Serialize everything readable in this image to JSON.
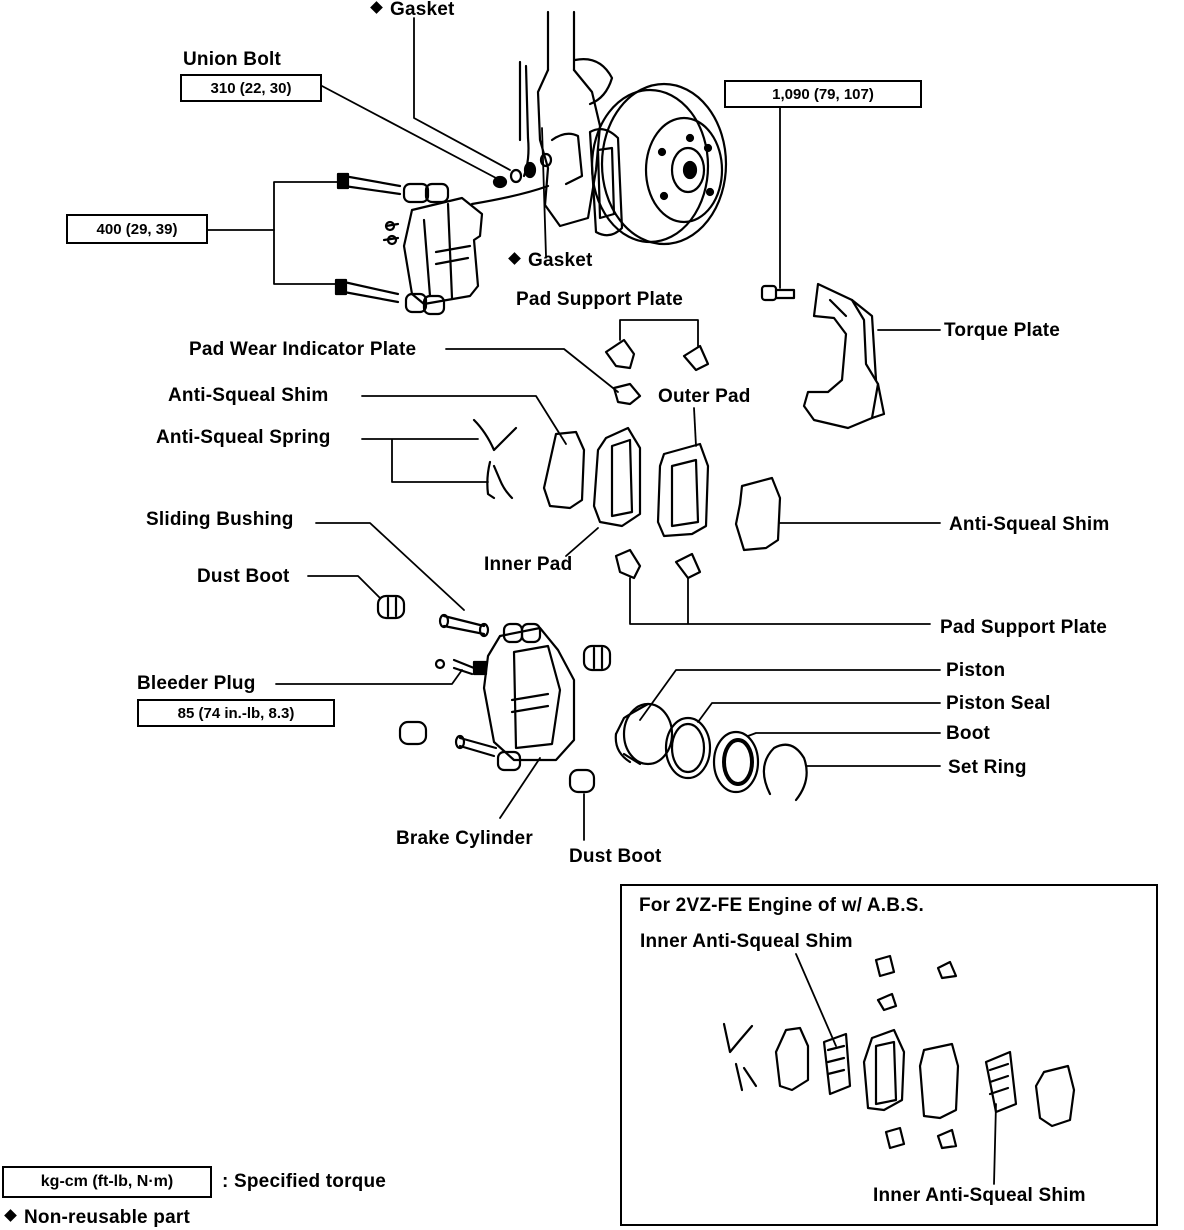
{
  "labels": {
    "gasket_top": "Gasket",
    "gasket_mid": "Gasket",
    "union_bolt": "Union Bolt",
    "pad_support_plate_top": "Pad Support Plate",
    "pad_wear_indicator_plate": "Pad Wear Indicator Plate",
    "anti_squeal_shim_left": "Anti-Squeal Shim",
    "outer_pad": "Outer Pad",
    "anti_squeal_spring": "Anti-Squeal Spring",
    "torque_plate": "Torque Plate",
    "sliding_bushing": "Sliding Bushing",
    "anti_squeal_shim_right": "Anti-Squeal Shim",
    "inner_pad": "Inner Pad",
    "dust_boot_left": "Dust Boot",
    "pad_support_plate_bottom": "Pad Support Plate",
    "bleeder_plug": "Bleeder Plug",
    "piston": "Piston",
    "piston_seal": "Piston Seal",
    "boot": "Boot",
    "set_ring": "Set Ring",
    "brake_cylinder": "Brake Cylinder",
    "dust_boot_bottom": "Dust Boot"
  },
  "torque_specs": {
    "union_bolt": "310 (22, 30)",
    "torque_plate_bolt": "1,090 (79, 107)",
    "cylinder_bolts": "400 (29, 39)",
    "bleeder_plug": "85 (74 in.-lb, 8.3)"
  },
  "inset": {
    "title": "For 2VZ-FE Engine of w/ A.B.S.",
    "inner_shim_top": "Inner Anti-Squeal Shim",
    "inner_shim_bottom": "Inner Anti-Squeal Shim"
  },
  "legend": {
    "torque_box": "kg-cm (ft-lb, N·m)",
    "torque_desc": ": Specified torque",
    "nonreusable": "Non-reusable part"
  }
}
